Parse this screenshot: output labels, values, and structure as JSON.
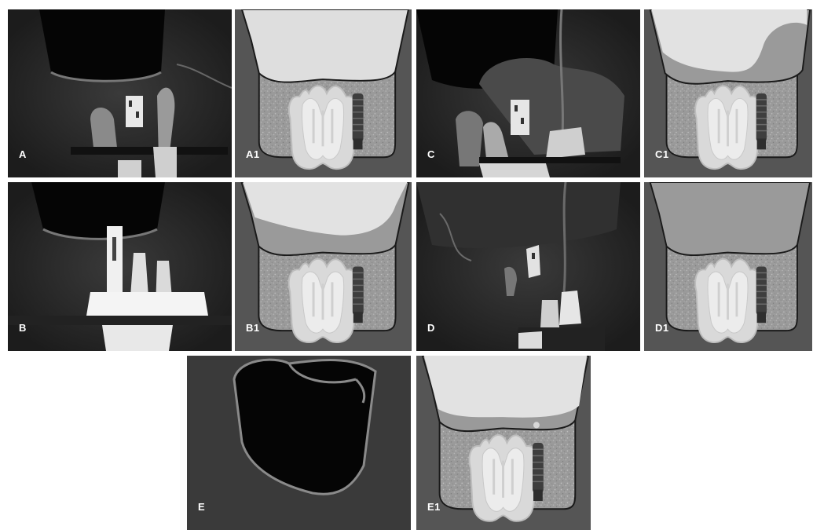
{
  "panels": {
    "A": {
      "label": "A",
      "kind": "ct"
    },
    "A1": {
      "label": "A1",
      "kind": "schematic"
    },
    "C": {
      "label": "C",
      "kind": "ct"
    },
    "C1": {
      "label": "C1",
      "kind": "schematic"
    },
    "B": {
      "label": "B",
      "kind": "ct"
    },
    "B1": {
      "label": "B1",
      "kind": "schematic"
    },
    "D": {
      "label": "D",
      "kind": "ct"
    },
    "D1": {
      "label": "D1",
      "kind": "schematic"
    },
    "E": {
      "label": "E",
      "kind": "ct"
    },
    "E1": {
      "label": "E1",
      "kind": "schematic"
    }
  },
  "colors": {
    "schematic_background": "#555555",
    "sinus_air": "#dedede",
    "sinus_thickening": "#9a9a9a",
    "bone": "#9c9c9c",
    "tooth": "#e6e6e6",
    "implant": "#444444",
    "ct_background": "#1a1a1a"
  }
}
